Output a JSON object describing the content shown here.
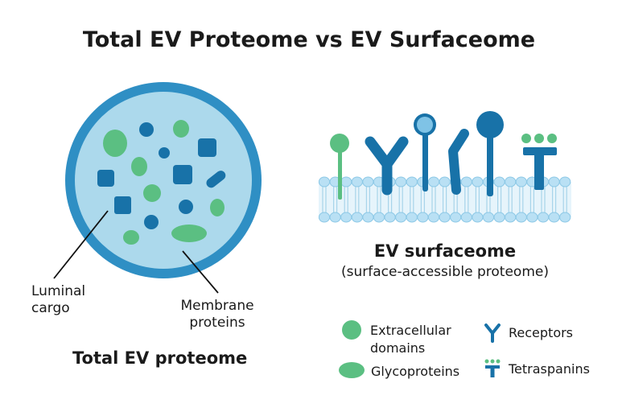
{
  "title": "Total EV Proteome vs EV Surfaceome",
  "left_panel": {
    "caption": "Total EV proteome",
    "label_luminal": [
      "Luminal",
      "cargo"
    ],
    "label_membrane": [
      "Membrane",
      "proteins"
    ]
  },
  "right_panel": {
    "caption": "EV surfaceome",
    "subcaption": "(surface-accessible proteome)"
  },
  "legend": {
    "extracellular": [
      "Extracellular",
      "domains"
    ],
    "glycoproteins": "Glycoproteins",
    "receptors": "Receptors",
    "tetraspanins": "Tetraspanins"
  },
  "colors": {
    "vesicle_rim": "#2f8fc4",
    "vesicle_fill": "#acd9ec",
    "dark_blue": "#1872a8",
    "green": "#5bbf82",
    "light_blue": "#7fc3e6",
    "membrane_head": "#b9e0f4"
  }
}
